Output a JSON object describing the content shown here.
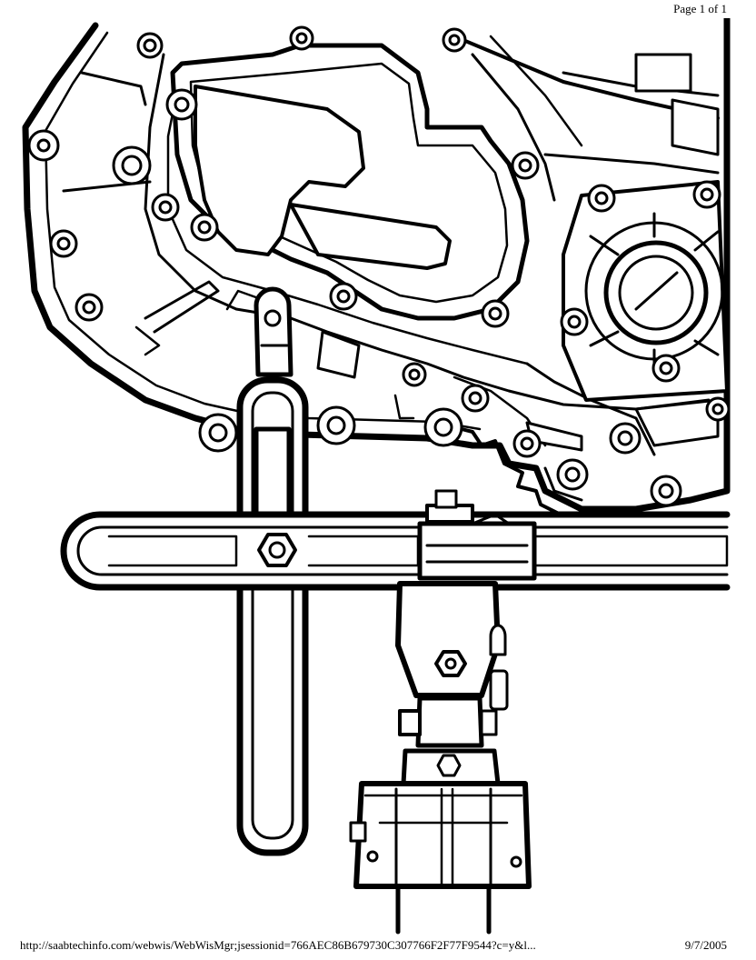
{
  "header": {
    "page_indicator": "Page 1 of 1"
  },
  "footer": {
    "url": "http://saabtechinfo.com/webwis/WebWisMgr;jsessionid=766AEC86B679730C307766F2F77F9544?c=y&l...",
    "date": "9/7/2005"
  },
  "illustration": {
    "subject": "technical line drawing: gearbox housing with support bracket, lifting bar and jack",
    "stroke_color": "#000000",
    "fill_color": "#ffffff"
  }
}
